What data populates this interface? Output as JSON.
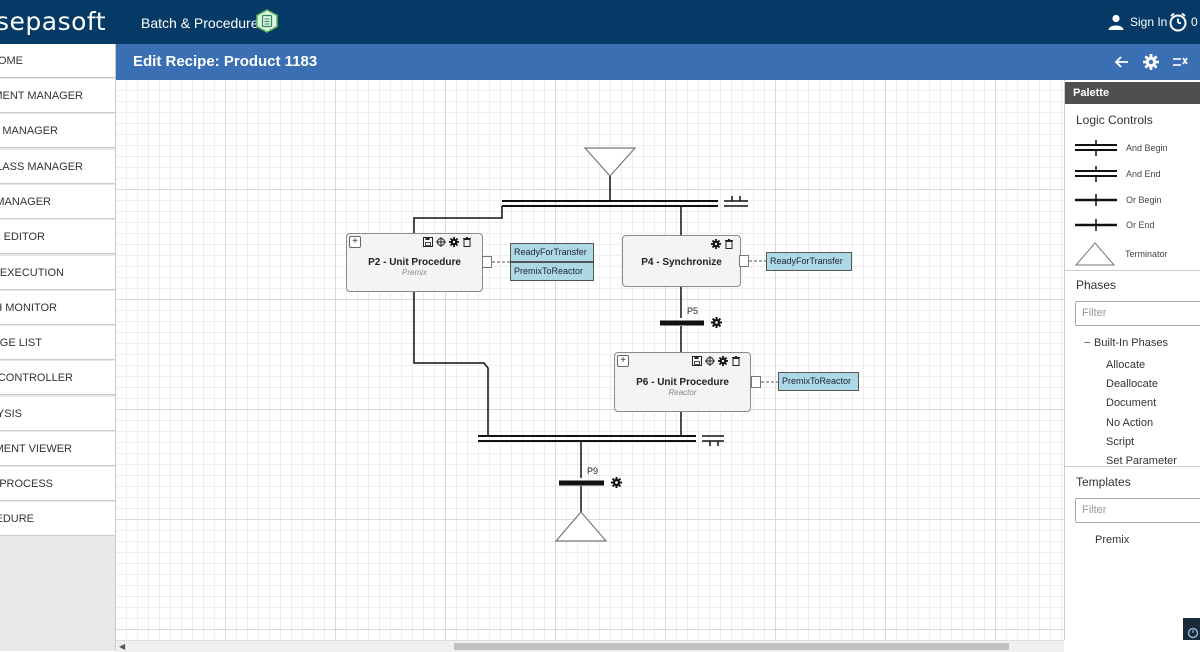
{
  "app": {
    "logo_text": "sepasoft",
    "product_title": "Batch & Procedure",
    "sign_in_label": "Sign In",
    "timer_count": "0"
  },
  "sidebar": {
    "items": [
      {
        "label": "HOME"
      },
      {
        "label": "EQUIPMENT MANAGER"
      },
      {
        "label": "PHASE MANAGER"
      },
      {
        "label": "UNIT CLASS MANAGER"
      },
      {
        "label": "MATERIAL MANAGER"
      },
      {
        "label": "RECIPE EDITOR"
      },
      {
        "label": "BATCH EXECUTION"
      },
      {
        "label": "BATCH MONITOR"
      },
      {
        "label": "MESSAGE LIST"
      },
      {
        "label": "BATCH CONTROLLER"
      },
      {
        "label": "ANALYSIS"
      },
      {
        "label": "DOCUMENT VIEWER"
      },
      {
        "label": "BATCH PROCESS"
      },
      {
        "label": "PROCEDURE"
      }
    ]
  },
  "header": {
    "title": "Edit Recipe: Product 1183",
    "icons": [
      "back-arrow-icon",
      "gear-icon",
      "collapse-icon"
    ]
  },
  "diagram": {
    "nodes": {
      "p2": {
        "title": "P2 - Unit Procedure",
        "subtitle": "Premix",
        "params": [
          "ReadyForTransfer",
          "PremixToReactor"
        ]
      },
      "p4": {
        "title": "P4 - Synchronize",
        "params": [
          "ReadyForTransfer"
        ]
      },
      "p6": {
        "title": "P6 - Unit Procedure",
        "subtitle": "Reactor",
        "params": [
          "PremixToReactor"
        ]
      }
    },
    "steps": {
      "p5": "P5",
      "p9": "P9"
    },
    "expand_symbol": "+"
  },
  "palette": {
    "title": "Palette",
    "logic_controls": {
      "heading": "Logic Controls",
      "items": [
        "And Begin",
        "And End",
        "Or Begin",
        "Or End",
        "Terminator"
      ]
    },
    "phases": {
      "heading": "Phases",
      "filter_placeholder": "Filter",
      "group_toggle": "−",
      "group_label": "Built-In Phases",
      "items": [
        "Allocate",
        "Deallocate",
        "Document",
        "No Action",
        "Script",
        "Set Parameter"
      ]
    },
    "templates": {
      "heading": "Templates",
      "filter_placeholder": "Filter",
      "items": [
        "Premix"
      ]
    }
  },
  "colors": {
    "topbar": "#053a66",
    "header": "#3a70b3",
    "param_fill": "#add8e6",
    "palette_head": "#4f4f4f"
  }
}
